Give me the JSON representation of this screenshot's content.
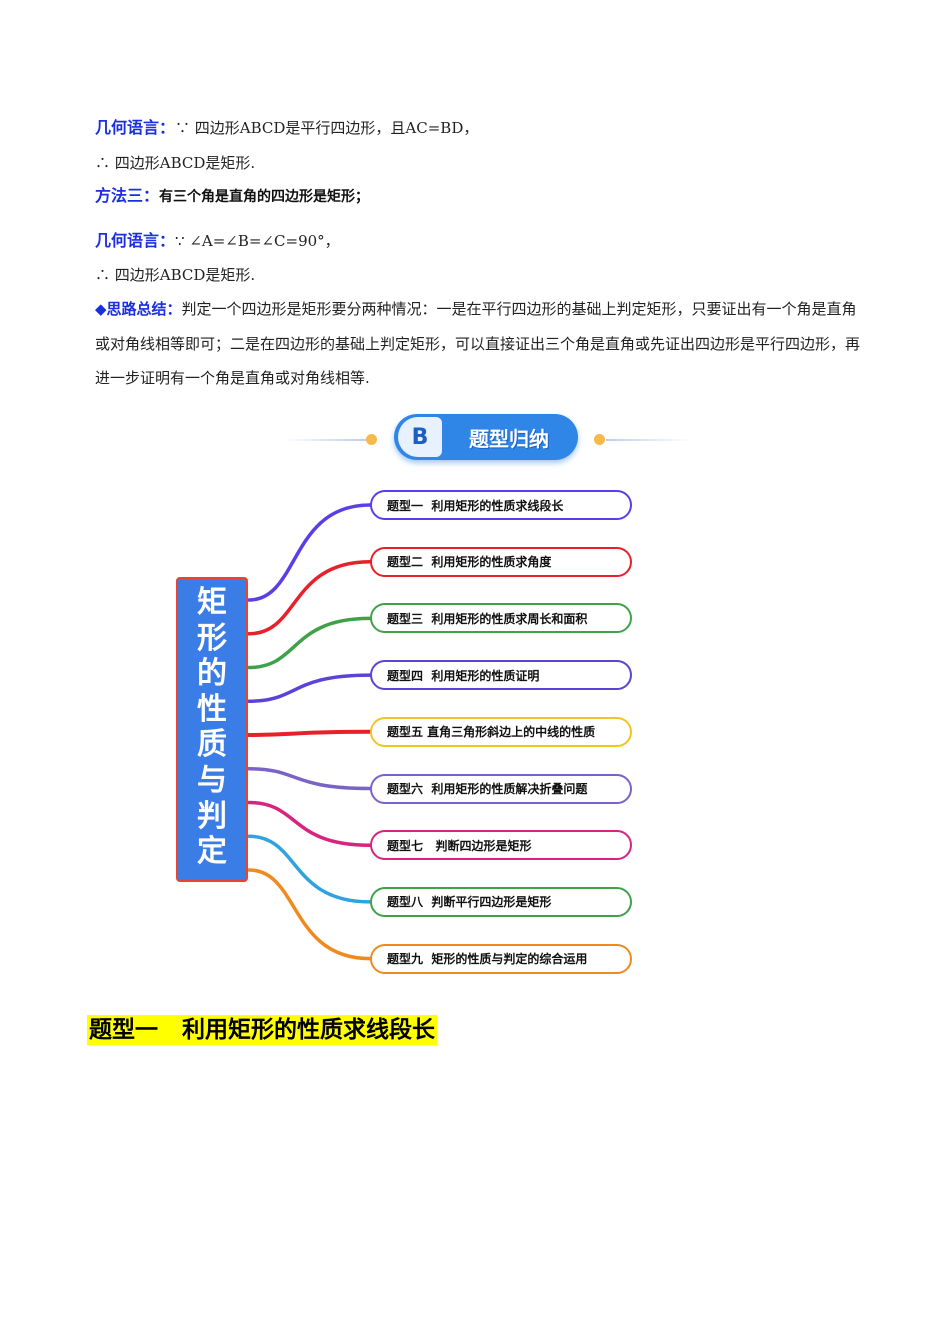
{
  "lines": {
    "l1_label": "几何语言：",
    "l1_text": "∵ 四边形ABCD是平行四边形，且AC=BD，",
    "l2_text": "∴ 四边形ABCD是矩形.",
    "l3_label": "方法三：",
    "l3_text": "有三个角是直角的四边形是矩形；",
    "l4_label": "几何语言：",
    "l4_text": "∵ ∠A=∠B=∠C=90°，",
    "l5_text": "∴ 四边形ABCD是矩形.",
    "summary_label": "◆思路总结：",
    "summary_text": "判定一个四边形是矩形要分两种情况：一是在平行四边形的基础上判定矩形，只要证出有一个角是直角或对角线相等即可；二是在四边形的基础上判定矩形，可以直接证出三个角是直角或先证出四边形是平行四边形，再进一步证明有一个角是直角或对角线相等."
  },
  "banner": {
    "badge": "B",
    "title": "题型归纳"
  },
  "mindmap": {
    "center_chars": [
      "矩",
      "形",
      "的",
      "性",
      "质",
      "与",
      "判",
      "定"
    ],
    "branches": [
      {
        "label": "题型一  利用矩形的性质求线段长",
        "color": "#5b3ee8"
      },
      {
        "label": "题型二  利用矩形的性质求角度",
        "color": "#e8202a"
      },
      {
        "label": "题型三  利用矩形的性质求周长和面积",
        "color": "#3fa24a"
      },
      {
        "label": "题型四  利用矩形的性质证明",
        "color": "#5a44d8"
      },
      {
        "label": "题型五 直角三角形斜边上的中线的性质",
        "color": "#e8202a",
        "box_color": "#f3c521"
      },
      {
        "label": "题型六  利用矩形的性质解决折叠问题",
        "color": "#7a62c8"
      },
      {
        "label": "题型七   判断四边形是矩形",
        "color": "#d8237f"
      },
      {
        "label": "题型八  判断平行四边形是矩形",
        "color": "#2fa3e0",
        "box_color": "#3fa24a"
      },
      {
        "label": "题型九  矩形的性质与判定的综合运用",
        "color": "#f08a1e"
      }
    ]
  },
  "section_title": "题型一   利用矩形的性质求线段长"
}
